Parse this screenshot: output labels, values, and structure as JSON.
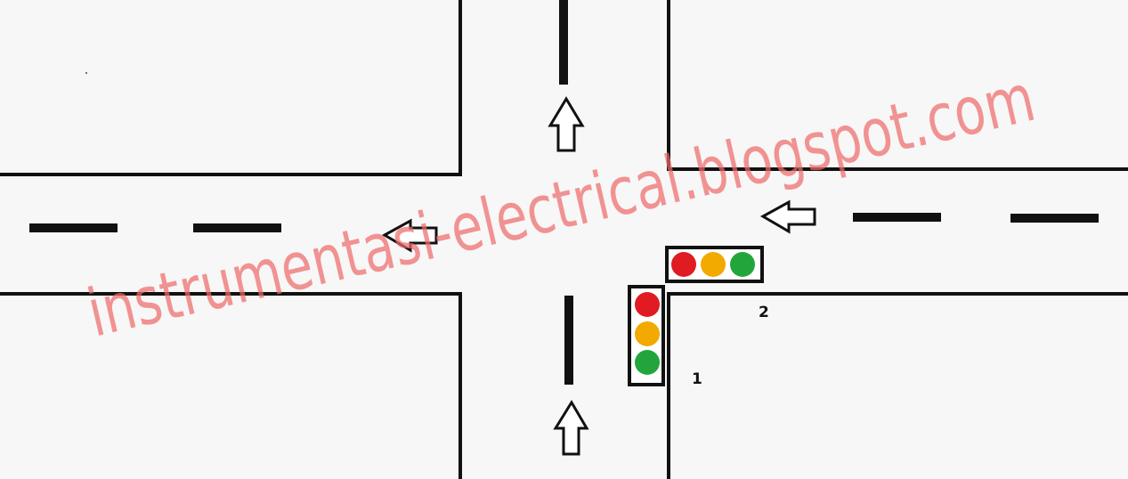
{
  "colors": {
    "background": "#f7f7f7",
    "road_line": "#111111",
    "signal_red": "#e01b22",
    "signal_yellow": "#f2a900",
    "signal_green": "#22a63b",
    "watermark": "#ef6b6b"
  },
  "signals": {
    "signal_1": {
      "label": "1",
      "orientation": "vertical",
      "lamps": [
        "red",
        "yellow",
        "green"
      ]
    },
    "signal_2": {
      "label": "2",
      "orientation": "horizontal",
      "lamps": [
        "red",
        "yellow",
        "green"
      ]
    }
  },
  "arrows": [
    {
      "name": "arrow-up-north-icon",
      "direction": "up"
    },
    {
      "name": "arrow-up-south-icon",
      "direction": "up"
    },
    {
      "name": "arrow-left-west-icon",
      "direction": "left"
    },
    {
      "name": "arrow-left-east-icon",
      "direction": "left"
    }
  ],
  "watermark": {
    "text": "instrumentasi-electrical.blogspot.com"
  }
}
